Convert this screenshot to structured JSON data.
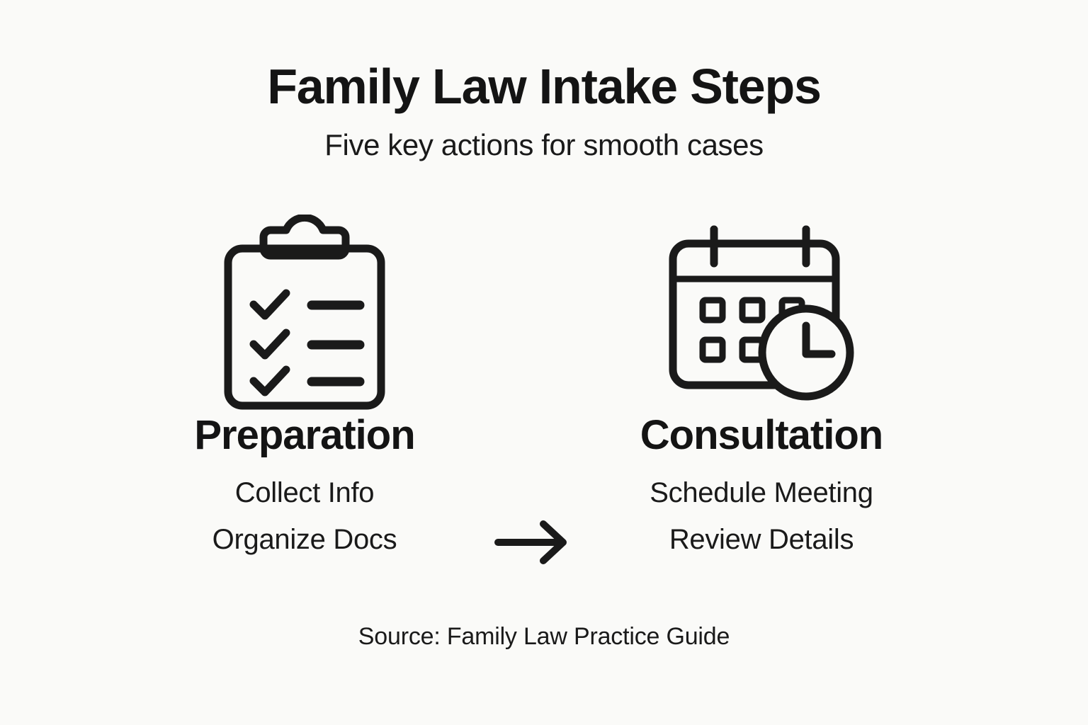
{
  "header": {
    "title": "Family Law Intake Steps",
    "subtitle": "Five key actions for smooth cases"
  },
  "steps": [
    {
      "icon": "clipboard-checklist-icon",
      "label": "Preparation",
      "items": [
        "Collect Info",
        "Organize Docs"
      ]
    },
    {
      "icon": "calendar-clock-icon",
      "label": "Consultation",
      "items": [
        "Schedule Meeting",
        "Review Details"
      ]
    }
  ],
  "connector": {
    "icon": "arrow-right-icon"
  },
  "source": {
    "text": "Source: Family Law Practice Guide"
  },
  "colors": {
    "background": "#FAFAF8",
    "ink": "#141414",
    "icon_stroke": "#1a1a1a"
  }
}
